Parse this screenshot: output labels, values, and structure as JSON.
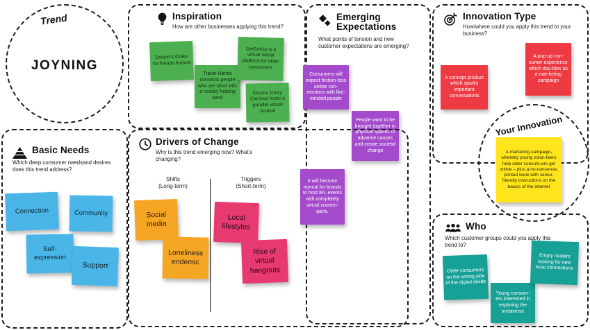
{
  "trend": {
    "label": "Trend",
    "name": "JOYNING"
  },
  "palette": {
    "green": "#4caf50",
    "purple": "#a44bcd",
    "red": "#ee3b43",
    "yellow": "#ffe61c",
    "blue": "#4ab6e8",
    "orange": "#f6a625",
    "pink": "#e73a70",
    "teal": "#17a096"
  },
  "sections": {
    "inspiration": {
      "title": "Inspiration",
      "subtitle": "How are other businesses applying this trend?",
      "notes": [
        "Douyin's shake for friends feature",
        "Travel Hands connects people who are blind with a nearby helping hand",
        "GetSetUp is a virtual social platform for older consumers",
        "Electric Daisy Carnival hosts a parallel virtual festival"
      ]
    },
    "emerging_expectations": {
      "title": "Emerging Expectations",
      "subtitle": "What points of tension and new customer expectations are emerging?",
      "notes": [
        "Consumers will expect friction-less online con-nections with like-minded people",
        "People want to be brought together in physical spaces to advance causes and create societal change",
        "It will become normal for brands to host IRL events with completely virtual counter-parts."
      ]
    },
    "innovation_type": {
      "title": "Innovation Type",
      "subtitle": "How/where could you apply this trend to your business?",
      "notes": [
        "A concept product which sparks important conversations",
        "A pop-up con-sumer experience which dou-bles as a mar-keting campaign"
      ]
    },
    "your_innovation": {
      "title": "Your Innovation",
      "notes": [
        "A marketing campaign, whereby young volun-teers help older consum-ers get online – plus a no-nonsense, printed book with senior-friendly instructions on the basics of the internet"
      ]
    },
    "basic_needs": {
      "title": "Basic Needs",
      "subtitle": "Which deep consumer needsand desires does this trend address?",
      "notes": [
        "Connection",
        "Community",
        "Self-expression",
        "Support"
      ]
    },
    "drivers_of_change": {
      "title": "Drivers of Change",
      "subtitle": "Why is this trend emerging now? What's changing?",
      "columns": {
        "shifts": {
          "label": "Shifts",
          "term": "(Long-term)"
        },
        "triggers": {
          "label": "Triggers",
          "term": "(Short-term)"
        }
      },
      "notes": [
        "Social media",
        "Loneliness endemic",
        "Local lifestyles",
        "Rise of virtual hangouts"
      ]
    },
    "who": {
      "title": "Who",
      "subtitle": "Which customer groups could you apply this trend to?",
      "notes": [
        "Older consumers on the wrong side of the digital divide",
        "Young consum-ers interested in exploring the metaverse",
        "Empty nesters looking for new local connections"
      ]
    }
  }
}
